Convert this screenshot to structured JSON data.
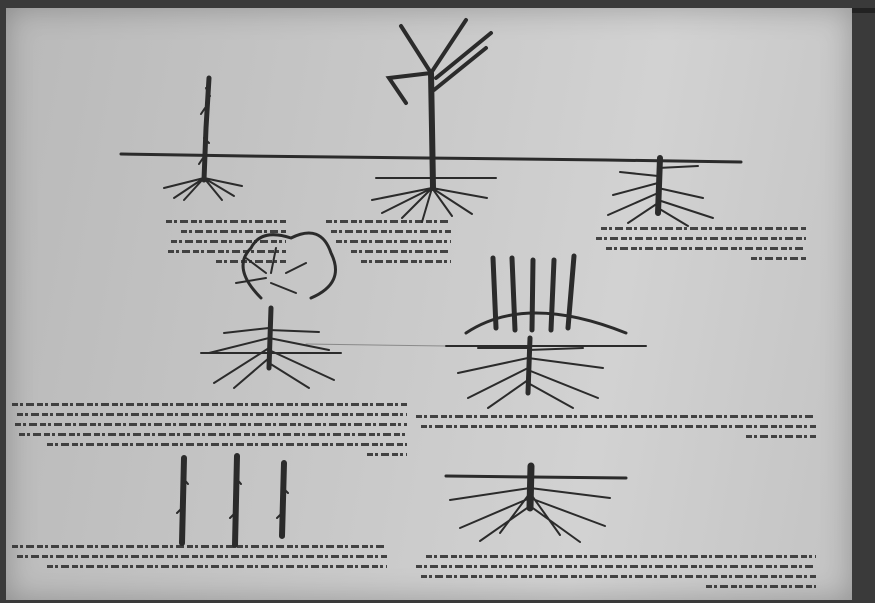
{
  "page": {
    "figures": [
      {
        "id": "sapling-single-stem"
      },
      {
        "id": "tree-branched"
      },
      {
        "id": "cut-back-stump"
      },
      {
        "id": "bushy-shrub"
      },
      {
        "id": "multi-shoot-regrowth"
      },
      {
        "id": "three-canes"
      },
      {
        "id": "low-stump-roots"
      }
    ],
    "captions": [
      {
        "id": "caption-1",
        "lines": 5
      },
      {
        "id": "caption-2",
        "lines": 5
      },
      {
        "id": "caption-3",
        "lines": 4
      },
      {
        "id": "caption-4",
        "lines": 6
      },
      {
        "id": "caption-5",
        "lines": 3
      },
      {
        "id": "caption-6",
        "lines": 3
      },
      {
        "id": "caption-7",
        "lines": 4
      }
    ],
    "colors": {
      "paper": "#c8c8c8",
      "ink": "#2a2a2a"
    }
  }
}
